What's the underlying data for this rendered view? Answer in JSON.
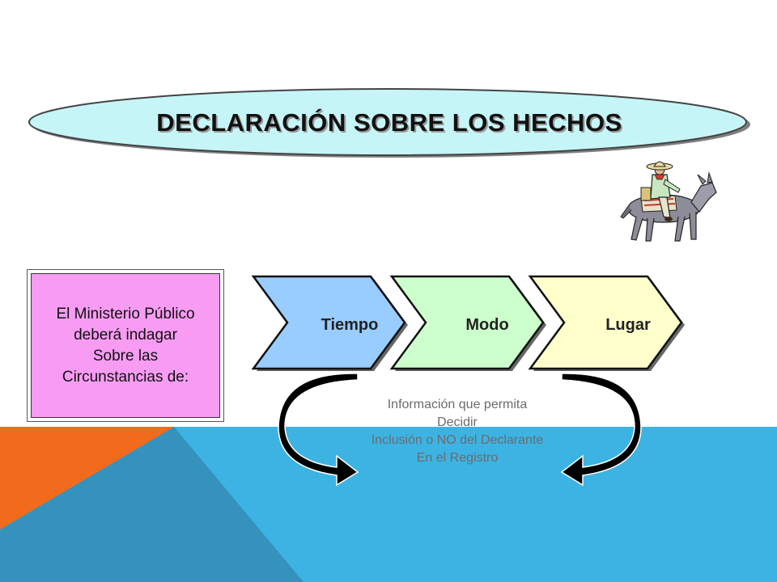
{
  "title": "DECLARACIÓN SOBRE LOS HECHOS",
  "left_box": {
    "lines": [
      "El Ministerio Público",
      "deberá indagar",
      "Sobre las",
      "Circunstancias de:"
    ]
  },
  "steps": [
    {
      "label": "Tiempo",
      "color": "#99ccff"
    },
    {
      "label": "Modo",
      "color": "#ccffcc"
    },
    {
      "label": "Lugar",
      "color": "#ffffcc"
    }
  ],
  "info": {
    "lines": [
      "Información que permita",
      "Decidir",
      "Inclusión o NO del Declarante",
      "En el Registro"
    ]
  },
  "colors": {
    "oval_fill": "#c6f5f8",
    "box_fill": "#f89cf3",
    "accent_orange": "#f26a1b",
    "accent_blue": "#3db3e3",
    "accent_dark_blue": "#2e8fb6"
  },
  "icons": {
    "figure": "man-on-donkey-illustration",
    "arrows": "curved-left-arrow"
  }
}
